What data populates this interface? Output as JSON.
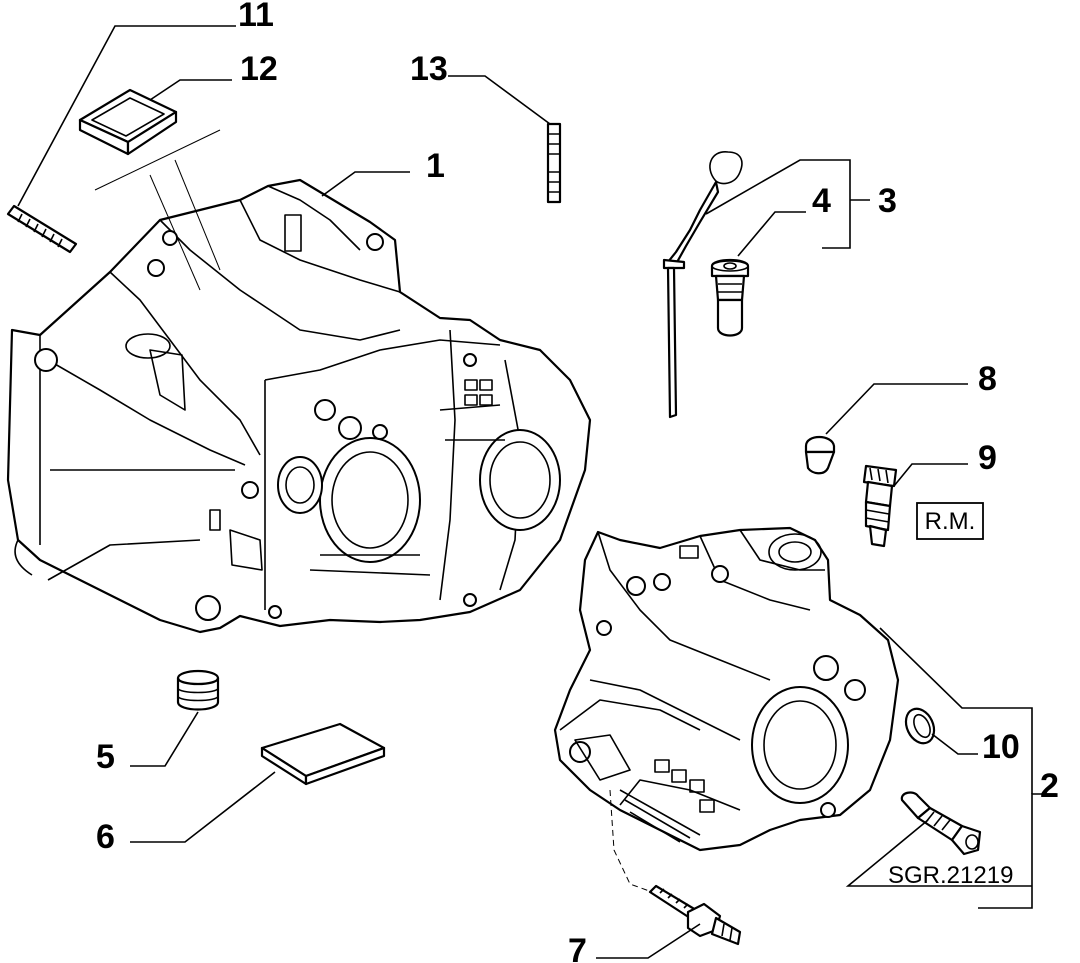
{
  "diagram": {
    "reference_code": "SGR.21219",
    "rm_label": "R.M.",
    "callouts": [
      {
        "id": "c1",
        "label": "1"
      },
      {
        "id": "c2",
        "label": "2"
      },
      {
        "id": "c3",
        "label": "3"
      },
      {
        "id": "c4",
        "label": "4"
      },
      {
        "id": "c5",
        "label": "5"
      },
      {
        "id": "c6",
        "label": "6"
      },
      {
        "id": "c7",
        "label": "7"
      },
      {
        "id": "c8",
        "label": "8"
      },
      {
        "id": "c9",
        "label": "9"
      },
      {
        "id": "c10",
        "label": "10"
      },
      {
        "id": "c11",
        "label": "11"
      },
      {
        "id": "c12",
        "label": "12"
      },
      {
        "id": "c13",
        "label": "13"
      }
    ]
  }
}
